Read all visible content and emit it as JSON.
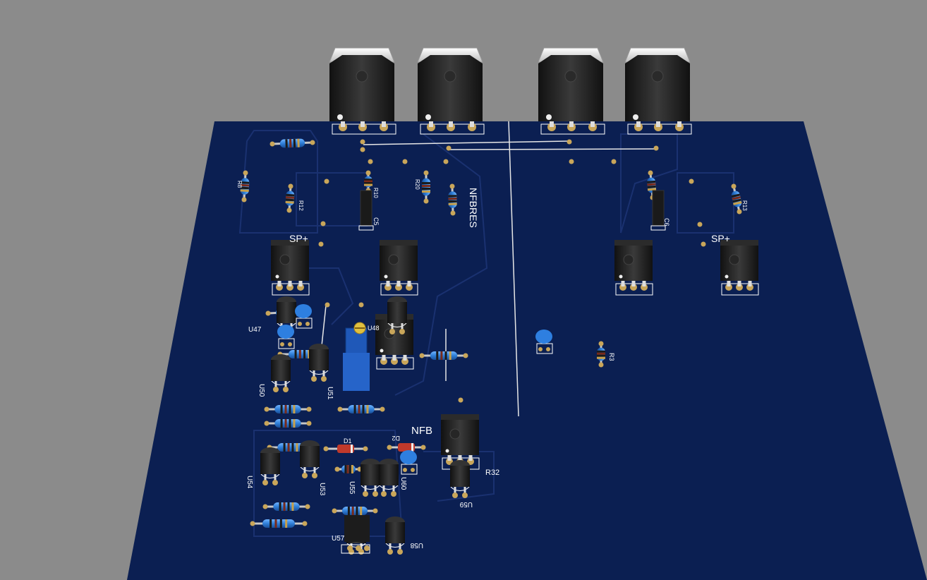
{
  "viewer": {
    "background_color": "#8b8b8b",
    "board_color": "#0b1f52",
    "pad_color": "#c9a65a",
    "silk_color": "#ffffff",
    "resistor_body_color": "#2f7fd8",
    "cap_body_color": "#2e7fe0",
    "diode_body_color": "#c0392b",
    "transistor_body_color": "#1c1c1c"
  },
  "silkscreen": {
    "sp_left": "SP+",
    "sp_right": "SP+",
    "nfbres": "NFBRES",
    "nfb": "NFB",
    "r32": "R32",
    "u47": "U47",
    "u48": "U48",
    "u50": "U50",
    "u51": "U51",
    "u53": "U53",
    "u54": "U54",
    "u55": "U55",
    "u57": "U57",
    "u58": "U58",
    "u59": "U59",
    "u60": "U60",
    "d1": "D1",
    "d2": "D2",
    "c5": "C5",
    "c6": "C6",
    "r3": "R3",
    "r8": "R8",
    "r10": "R10",
    "r12": "R12",
    "r13": "R13",
    "r20": "R20"
  }
}
